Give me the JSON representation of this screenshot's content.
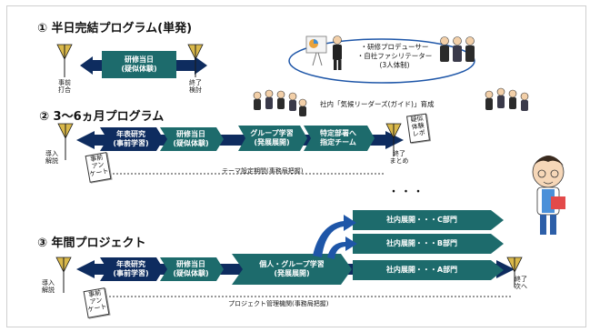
{
  "section1": {
    "title": "① 半日完結プログラム(単発)",
    "main_box": "研修当日\n(疑似体験)",
    "start_label": "事前\n打合",
    "end_label": "終了\n検討",
    "team_roles": "・研修プロデューサー\n・自社ファシリテーター\n(3人体制)"
  },
  "section2": {
    "title": "② 3～6ヵ月プログラム",
    "banner": "社内「気候リーダーズ(ガイド)」育成",
    "boxes": [
      "年表研究\n(事前学習)",
      "研修当日\n(疑似体験)",
      "グループ学習\n(発展展開)",
      "特定部署へ\n指定チーム"
    ],
    "start_label": "導入\n解説",
    "end_label": "終了\nまとめ",
    "survey_note": "事前\nアン\nケート",
    "report_note": "疑似\n体験\nレポ",
    "period_label": "テーマ設定期間(事務局把握)"
  },
  "section3": {
    "title": "③ 年間プロジェクト",
    "ellipsis": "・ ・ ・",
    "boxes": [
      "年表研究\n(事前学習)",
      "研修当日\n(疑似体験)",
      "個人・グループ学習\n(発展展開)"
    ],
    "branches": [
      "社内展開・・・C部門",
      "社内展開・・・B部門",
      "社内展開・・・A部門"
    ],
    "start_label": "導入\n解説",
    "end_label": "終了\n次へ",
    "survey_note": "事前\nアン\nケート",
    "period_label": "プロジェクト管理機関(事務局把握)"
  },
  "colors": {
    "navy": "#0e2c5f",
    "teal": "#1d6b6c",
    "gold": "#d9b84a",
    "arrow_blue": "#1e56a8"
  }
}
